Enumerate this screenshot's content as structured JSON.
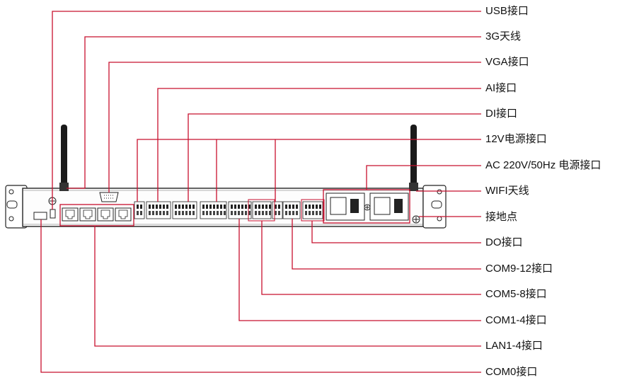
{
  "colors": {
    "leader_line": "#c8102e",
    "device_outline": "#222222",
    "background": "#ffffff"
  },
  "labels": {
    "usb": "USB接口",
    "antenna_3g": "3G天线",
    "vga": "VGA接口",
    "ai": "AI接口",
    "di": "DI接口",
    "power_12v": "12V电源接口",
    "power_ac": "AC 220V/50Hz 电源接口",
    "wifi": "WIFI天线",
    "ground": "接地点",
    "do": "DO接口",
    "com9_12": "COM9-12接口",
    "com5_8": "COM5-8接口",
    "com1_4": "COM1-4接口",
    "lan1_4": "LAN1-4接口",
    "com0": "COM0接口"
  },
  "icons": [
    "antenna-icon",
    "power-switch-icon",
    "ground-screw-icon",
    "rj45-port-icon",
    "terminal-block-icon",
    "db15-vga-icon"
  ]
}
